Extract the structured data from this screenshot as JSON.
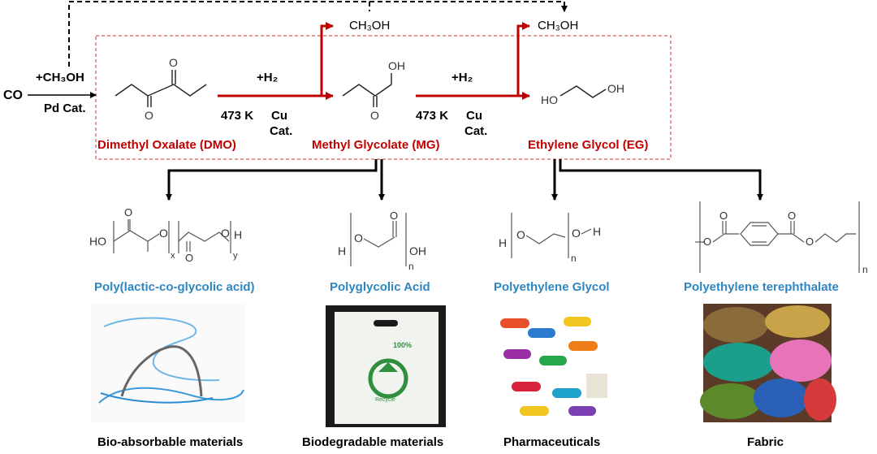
{
  "feed": {
    "co": "CO",
    "methanol_add": "+CH₃OH",
    "pd_cat": "Pd Cat."
  },
  "step1": {
    "h2": "+H₂",
    "temp": "473 K",
    "cu": "Cu",
    "cat": "Cat.",
    "byproduct": "CH₃OH"
  },
  "step2": {
    "h2": "+H₂",
    "temp": "473 K",
    "cu": "Cu",
    "cat": "Cat.",
    "byproduct": "CH₃OH"
  },
  "molecules": {
    "dmo": "Dimethyl Oxalate (DMO)",
    "mg": "Methyl Glycolate (MG)",
    "eg": "Ethylene Glycol (EG)",
    "mg_oh": "OH",
    "mg_o": "O",
    "dmo_o": "O",
    "eg_ho": "HO",
    "eg_oh": "OH"
  },
  "polymers": [
    {
      "name": "Poly(lactic-co-glycolic acid)",
      "application": "Bio-absorbable materials",
      "formula": {
        "ho": "HO",
        "o1": "O",
        "o2": "O",
        "o3": "O",
        "x": "x",
        "y": "y",
        "h": "H"
      }
    },
    {
      "name": "Polyglycolic Acid",
      "application": "Biodegradable materials",
      "formula": {
        "h": "H",
        "o1": "O",
        "o2": "O",
        "oh": "OH",
        "n": "n"
      }
    },
    {
      "name": "Polyethylene Glycol",
      "application": "Pharmaceuticals",
      "formula": {
        "h1": "H",
        "o1": "O",
        "o2": "O",
        "h2": "H",
        "n": "n"
      }
    },
    {
      "name": "Polyethylene terephthalate",
      "application": "Fabric",
      "formula": {
        "o1": "O",
        "o2": "O",
        "o3": "O",
        "o4": "O",
        "n": "n"
      }
    }
  ],
  "bag": {
    "text1": "100%",
    "text2": "Recycle"
  },
  "colors": {
    "highlight": "#c00000",
    "polymer_name": "#2e86c1",
    "arrow": "#000000"
  },
  "icons": [
    "suture-thread-image",
    "recycle-bag-image",
    "capsule-pills-image",
    "yarn-skeins-image"
  ]
}
